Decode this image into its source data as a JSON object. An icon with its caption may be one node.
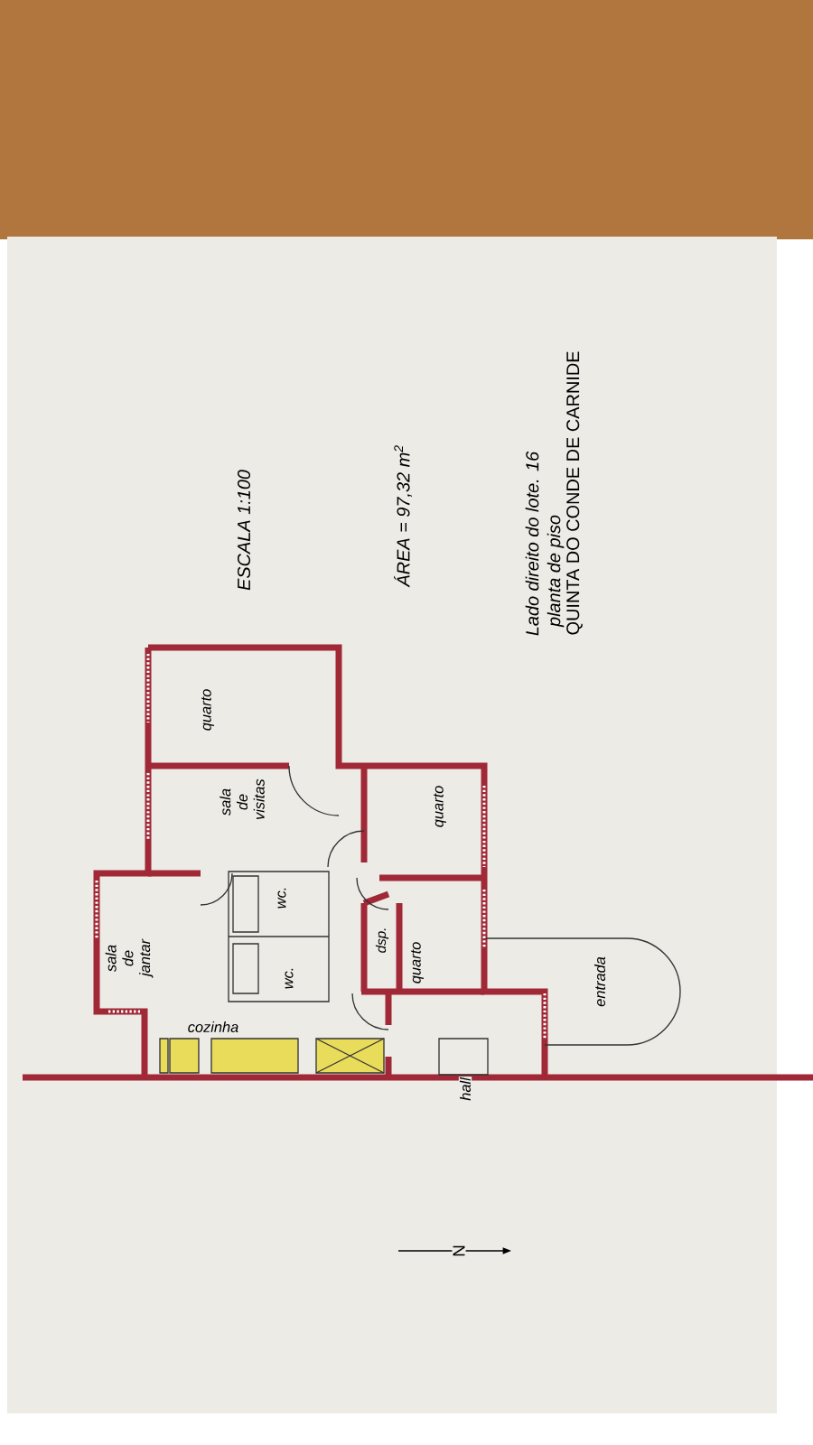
{
  "diagram": {
    "labels": [
      "ESCALA 1:100",
      "ÁREA = 97,32 m$^{2}$",
      "Lado direito do lote. 16",
      "planta de piso",
      "QUINTA DO CONDE DE CARNIDE",
      "quarto",
      "sala de visitas",
      "quarto",
      "wc.",
      "sala de jantar",
      "dsp.",
      "quarto",
      "wc.",
      "entrada",
      "cozinha",
      "hall",
      "N"
    ]
  }
}
